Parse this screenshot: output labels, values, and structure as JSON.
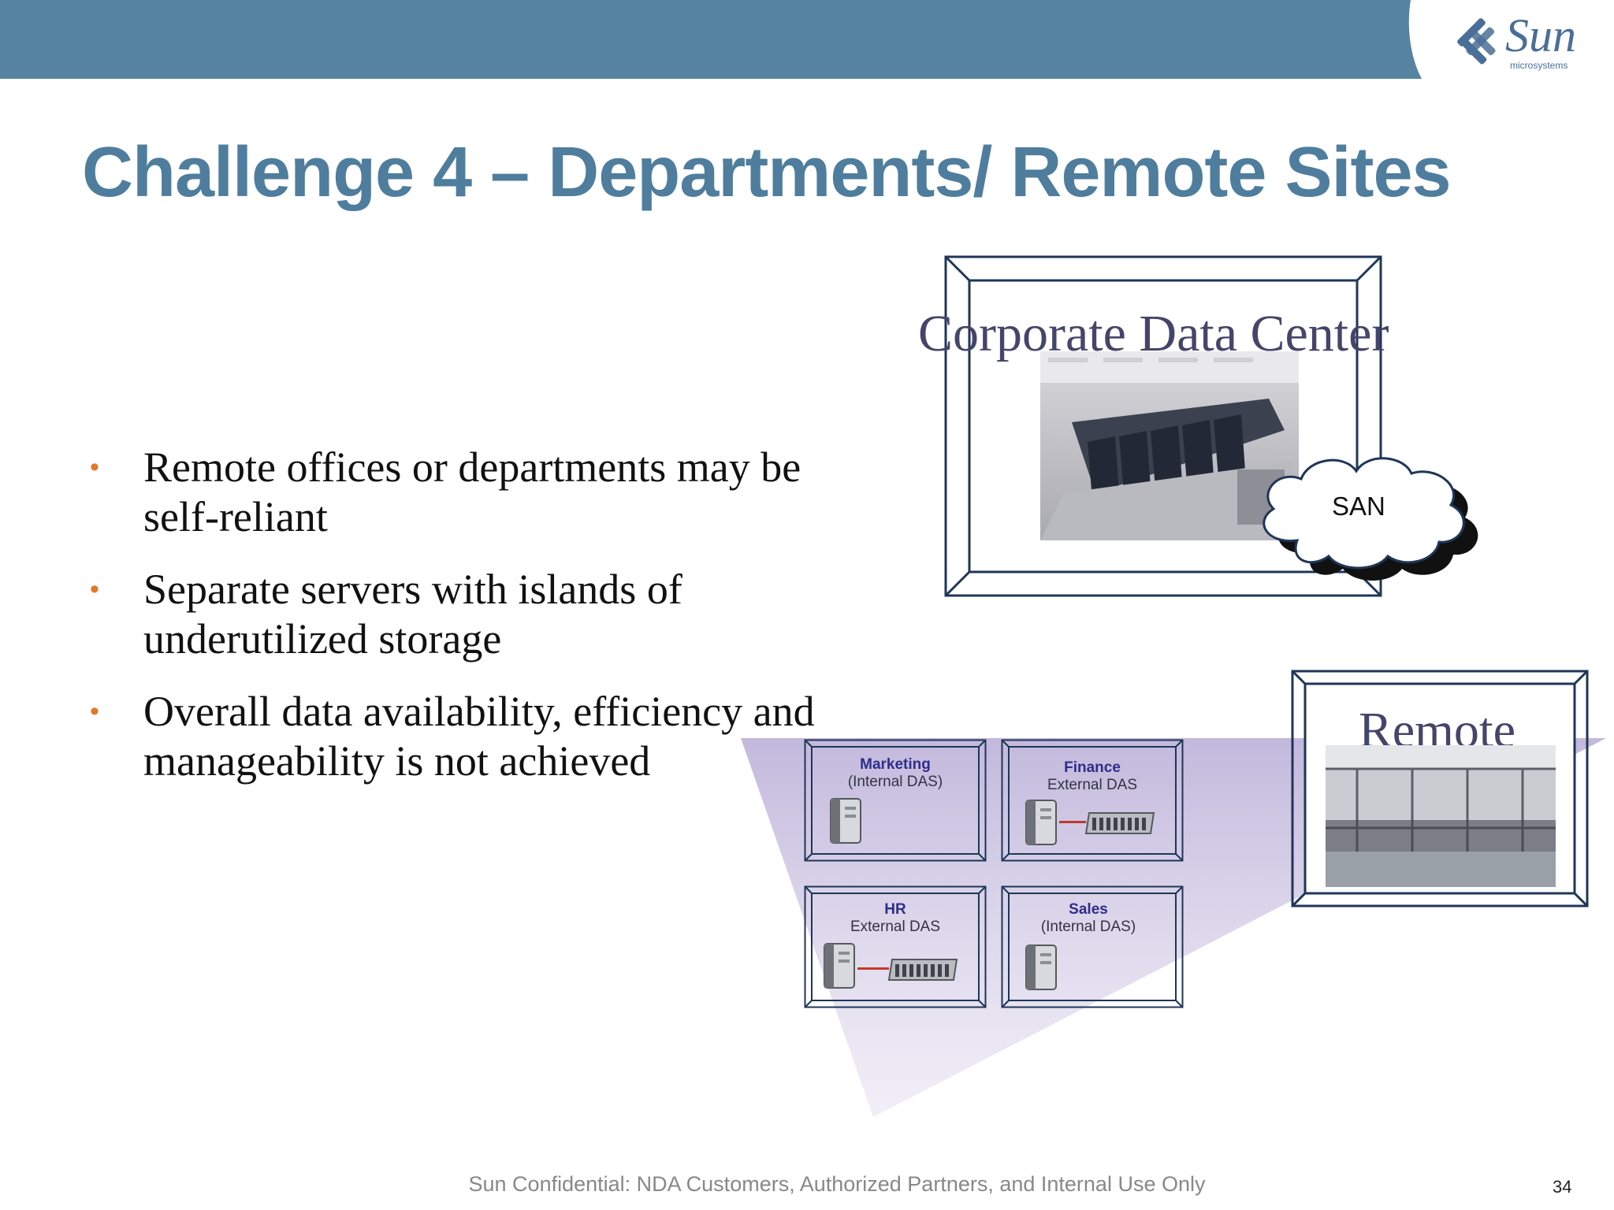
{
  "colors": {
    "header_band": "#5683a1",
    "title": "#4f7d9d",
    "bullet_dot": "#e07b2a",
    "frame": "#1f3657",
    "heading_purple": "#45456b",
    "dept_text": "#2e2e8a",
    "projection": "#cfc6e3",
    "das_link": "#c0392b"
  },
  "logo": {
    "brand": "Sun",
    "tagline": "microsystems"
  },
  "title": "Challenge 4 – Departments/ Remote Sites",
  "bullets": [
    {
      "text": "Remote offices or departments may be self-reliant"
    },
    {
      "text": "Separate servers with islands of underutilized storage"
    },
    {
      "text": "Overall data availability, efficiency and manageability is not achieved"
    }
  ],
  "bullet_marker": "•",
  "diagram": {
    "corporate_label": "Corporate Data Center",
    "san_label": "SAN",
    "remote_label": "Remote",
    "departments": [
      {
        "name": "Marketing",
        "storage": "(Internal DAS)",
        "external": false
      },
      {
        "name": "Finance",
        "storage": "External DAS",
        "external": true
      },
      {
        "name": "HR",
        "storage": "External DAS",
        "external": true
      },
      {
        "name": "Sales",
        "storage": "(Internal DAS)",
        "external": false
      }
    ]
  },
  "footer": "Sun Confidential: NDA Customers, Authorized Partners, and Internal Use Only",
  "page_number": "34"
}
